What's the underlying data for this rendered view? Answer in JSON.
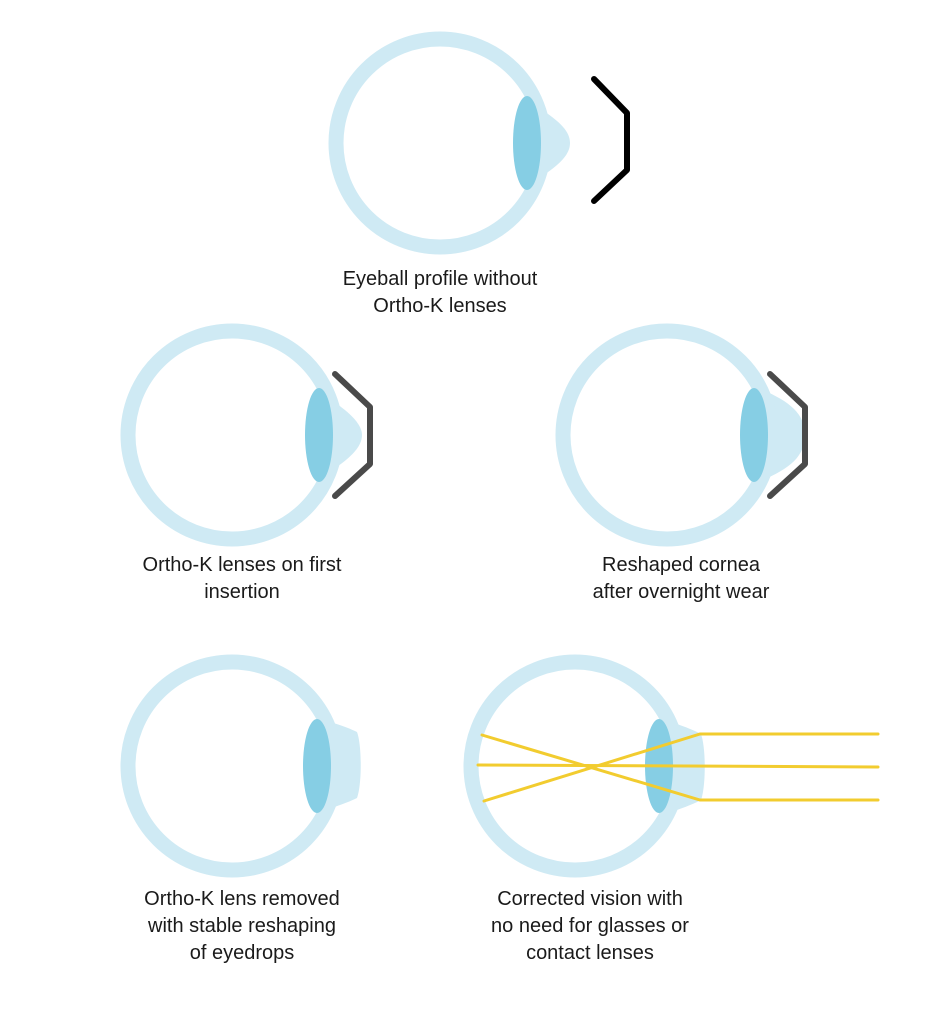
{
  "colors": {
    "eye_outline": "#cfeaf4",
    "eye_fill": "#ffffff",
    "cornea": "#cfeaf4",
    "lens": "#86cee4",
    "contact_lens_initial": "#000000",
    "contact_lens_worn": "#4a4a4a",
    "light_rays": "#f2cc2f",
    "caption_text": "#1a1a1a"
  },
  "panels": [
    {
      "id": "without-orthok",
      "caption_lines": [
        "Eyeball profile without",
        "Ortho-K lenses"
      ],
      "icon": "eyeball-with-distant-lens-icon"
    },
    {
      "id": "first-insertion",
      "caption_lines": [
        "Ortho-K lenses on first",
        "insertion"
      ],
      "icon": "eyeball-with-lens-on-cornea-icon"
    },
    {
      "id": "reshaped-cornea",
      "caption_lines": [
        "Reshaped cornea",
        "after overnight wear"
      ],
      "icon": "eyeball-reshaped-cornea-icon"
    },
    {
      "id": "lens-removed",
      "caption_lines": [
        "Ortho-K lens removed",
        "with stable reshaping",
        "of eyedrops"
      ],
      "icon": "eyeball-lens-removed-icon"
    },
    {
      "id": "corrected-vision",
      "caption_lines": [
        "Corrected vision with",
        "no need for glasses or",
        "contact lenses"
      ],
      "icon": "eyeball-light-rays-icon"
    }
  ]
}
